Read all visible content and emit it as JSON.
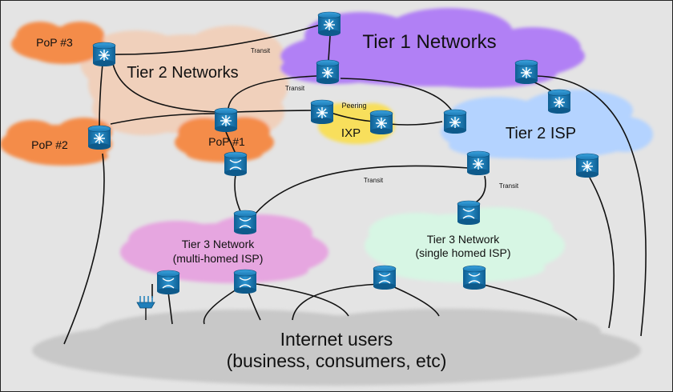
{
  "clouds": {
    "tier1": "Tier 1 Networks",
    "tier2": "Tier 2 Networks",
    "tier2_isp": "Tier 2 ISP",
    "pop1": "PoP #1",
    "pop2": "PoP #2",
    "pop3": "PoP #3",
    "ixp": "IXP",
    "peering": "Peering",
    "tier3_multi_line1": "Tier 3 Network",
    "tier3_multi_line2": "(multi-homed ISP)",
    "tier3_single_line1": "Tier 3 Network",
    "tier3_single_line2": "(single homed ISP)",
    "users_line1": "Internet users",
    "users_line2": "(business, consumers, etc)"
  },
  "links": {
    "transit_1": "Transit",
    "transit_2": "Transit",
    "transit_3": "Transit",
    "transit_4": "Transit"
  },
  "colors": {
    "background": "#e4e4e4",
    "tier1": "#b180f5",
    "tier2": "#f0d0bb",
    "pop": "#f48c4a",
    "tier2_isp": "#b4d3ff",
    "ixp": "#f8df5c",
    "tier3_multi": "#e6a6e0",
    "tier3_single": "#d7f6e4",
    "users": "#c8c8c8",
    "device": "#1f7fba"
  }
}
